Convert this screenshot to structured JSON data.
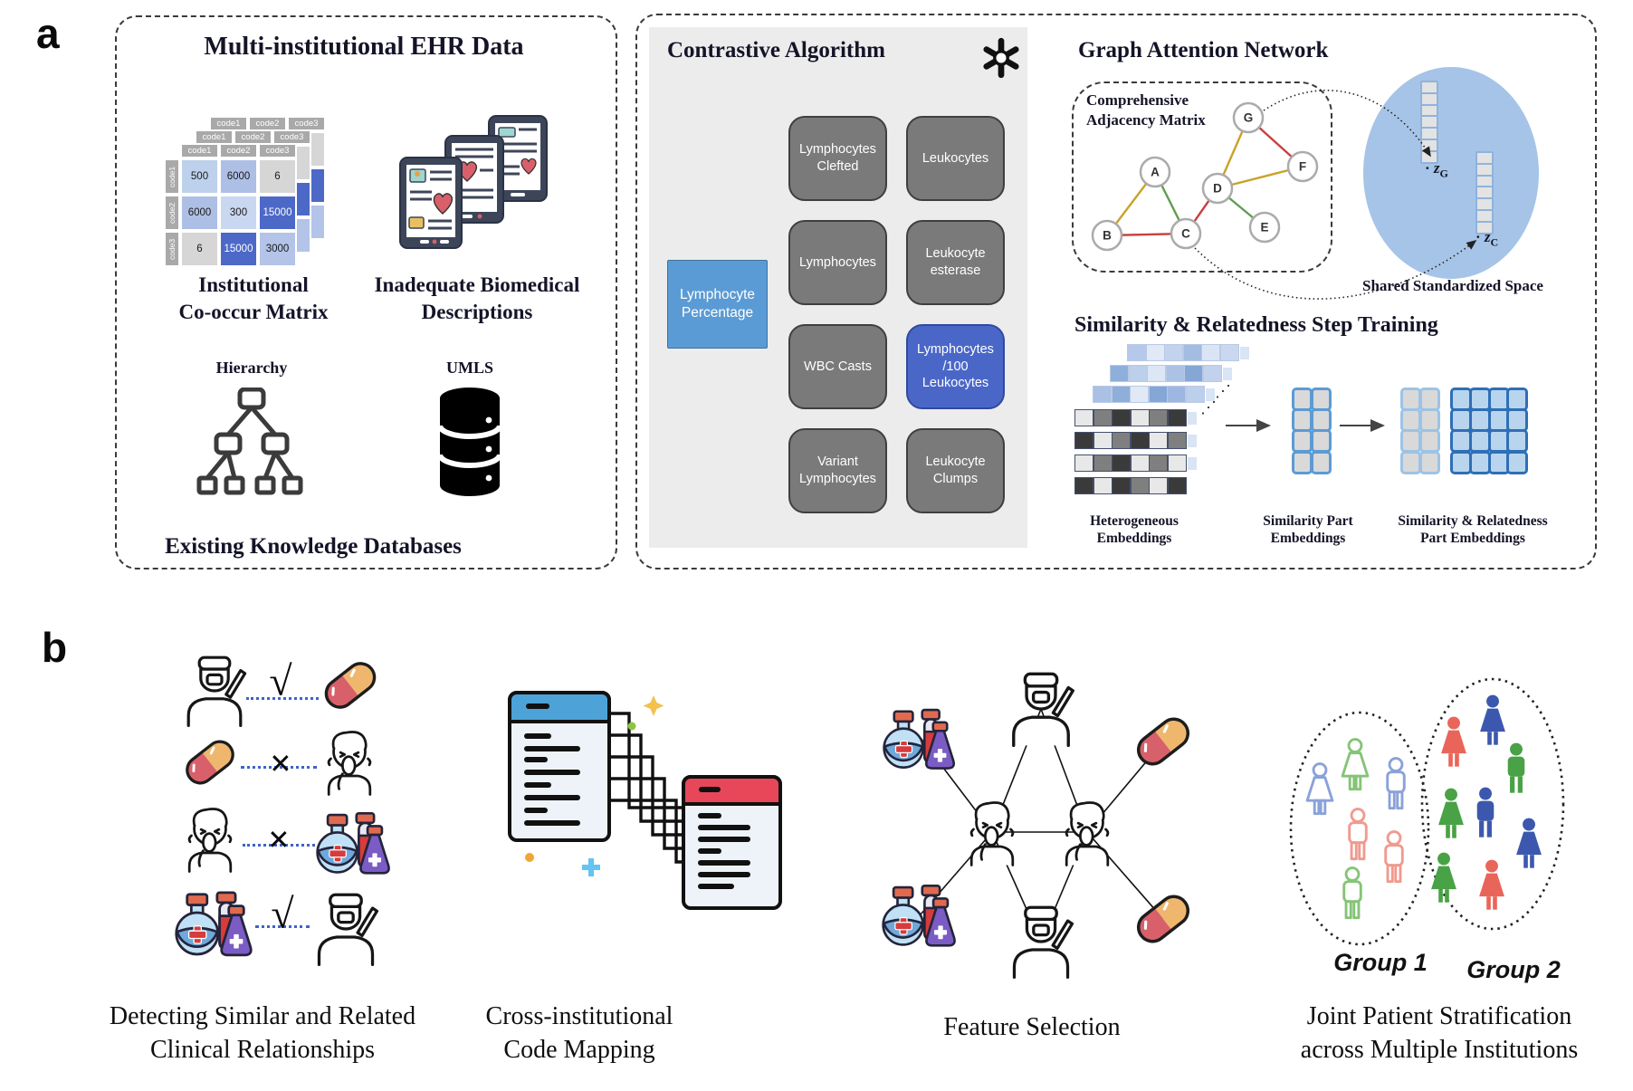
{
  "panel_labels": {
    "a": "a",
    "b": "b"
  },
  "ehr": {
    "title": "Multi-institutional EHR Data",
    "matrix": {
      "col_headers": [
        "code1",
        "code2",
        "code3"
      ],
      "row_headers": [
        "code1",
        "code2",
        "code3"
      ],
      "values": [
        [
          "500",
          "6000",
          "6"
        ],
        [
          "6000",
          "300",
          "15000"
        ],
        [
          "6",
          "15000",
          "3000"
        ]
      ],
      "cell_colors": [
        [
          "#bdd0ec",
          "#aebfe6",
          "#d6d6d6"
        ],
        [
          "#aebfe6",
          "#c9d7f0",
          "#4c69c8"
        ],
        [
          "#d6d6d6",
          "#4c69c8",
          "#b3c4e8"
        ]
      ],
      "header_color": "#a9a9a9",
      "dark_cell_color": "#4c69c8"
    },
    "matrix_caption": [
      "Institutional",
      "Co-occur Matrix"
    ],
    "tablets_caption": [
      "Inadequate Biomedical",
      "Descriptions"
    ],
    "hierarchy_label": "Hierarchy",
    "umls_label": "UMLS",
    "bottom_caption": "Existing Knowledge Databases"
  },
  "contrastive": {
    "title": "Contrastive Algorithm",
    "anchor": {
      "lines": [
        "Lymphocyte",
        "Percentage"
      ],
      "fill": "#5b9bd5",
      "border": "#41719c"
    },
    "box_fill": "#7a7a7a",
    "box_border": "#3f3f3f",
    "highlight_fill": "#4a67c8",
    "highlight_border": "#2f4a9e",
    "boxes": [
      {
        "label": "Lymphocytes Clefted",
        "highlight": false
      },
      {
        "label": "Leukocytes",
        "highlight": false
      },
      {
        "label": "Lymphocytes",
        "highlight": false
      },
      {
        "label": "Leukocyte esterase",
        "highlight": false
      },
      {
        "label": "WBC Casts",
        "highlight": false
      },
      {
        "label": "Lymphocytes /100 Leukocytes",
        "highlight": true
      },
      {
        "label": "Variant Lymphocytes",
        "highlight": false
      },
      {
        "label": "Leukocyte Clumps",
        "highlight": false
      }
    ]
  },
  "gan": {
    "title": "Graph Attention Network",
    "adjacency_label": [
      "Comprehensive",
      "Adjacency Matrix"
    ],
    "nodes": [
      "A",
      "B",
      "C",
      "D",
      "E",
      "F",
      "G"
    ],
    "edges": [
      {
        "from": "A",
        "to": "B",
        "color": "#c9a227"
      },
      {
        "from": "A",
        "to": "C",
        "color": "#5f9e52"
      },
      {
        "from": "B",
        "to": "C",
        "color": "#c94040"
      },
      {
        "from": "C",
        "to": "D",
        "color": "#c94040"
      },
      {
        "from": "D",
        "to": "G",
        "color": "#c9a227"
      },
      {
        "from": "D",
        "to": "F",
        "color": "#c9a227"
      },
      {
        "from": "D",
        "to": "E",
        "color": "#5f9e52"
      },
      {
        "from": "G",
        "to": "F",
        "color": "#c94040"
      }
    ],
    "z1": {
      "bullet": "·",
      "symbol": "z",
      "sub": "G"
    },
    "z2": {
      "bullet": "·",
      "symbol": "z",
      "sub": "C"
    },
    "shared_label": "Shared  Standardized Space"
  },
  "srst": {
    "title": "Similarity & Relatedness Step Training",
    "het_rows": [
      [
        "#b6c9ea",
        "#e1e9f6",
        "#c4d3ed",
        "#a3bce2",
        "#dbe4f4",
        "#cad8ef"
      ],
      [
        "#8fafdb",
        "#bccfeb",
        "#dde6f4",
        "#abc2e5",
        "#84a7d6",
        "#c2d2ec"
      ],
      [
        "#aac0e4",
        "#8fafdb",
        "#e1e9f6",
        "#84a7d6",
        "#9db7e0",
        "#bccfeb"
      ],
      [
        "#e8e8e8",
        "#7f7f7f",
        "#3a3a3a",
        "#e8e8e8",
        "#7f7f7f",
        "#3a3a3a"
      ],
      [
        "#3a3a3a",
        "#e8e8e8",
        "#7f7f7f",
        "#3a3a3a",
        "#e8e8e8",
        "#7f7f7f"
      ],
      [
        "#e8e8e8",
        "#7f7f7f",
        "#3a3a3a",
        "#e8e8e8",
        "#7f7f7f",
        "#e8e8e8"
      ],
      [
        "#3a3a3a",
        "#e8e8e8",
        "#3a3a3a",
        "#7f7f7f",
        "#e8e8e8",
        "#3a3a3a"
      ]
    ],
    "fragment_color": "#d9e4f4",
    "dots": "⋰",
    "grids": {
      "similarity": {
        "fill": "#d9d9d9",
        "border": "#5b9bd5"
      },
      "sim_part2": {
        "fill": "#d9d9d9",
        "border": "#9cc3e5"
      },
      "related": {
        "fill": "#b9d5ed",
        "border": "#2e6fb7"
      }
    },
    "captions": [
      [
        "Heterogeneous",
        "Embeddings"
      ],
      [
        "Similarity Part",
        "Embeddings"
      ],
      [
        "Similarity & Relatedness",
        "Part Embeddings"
      ]
    ]
  },
  "panel_b": {
    "relationships": {
      "check": "√",
      "cross": "×",
      "rows": [
        {
          "left": "surgeon",
          "mark": "check",
          "right": "pill"
        },
        {
          "left": "pill",
          "mark": "cross",
          "right": "sneezing-person"
        },
        {
          "left": "sneezing-person",
          "mark": "cross",
          "right": "lab-bottles"
        },
        {
          "left": "lab-bottles",
          "mark": "check",
          "right": "surgeon"
        }
      ],
      "caption": [
        "Detecting Similar and Related",
        "Clinical Relationships"
      ]
    },
    "code_mapping": {
      "caption": [
        "Cross-institutional",
        "Code Mapping"
      ]
    },
    "feature_selection": {
      "caption": [
        "Feature Selection"
      ],
      "nodes": [
        "lab-bottles",
        "surgeon",
        "pill",
        "sneezing-person",
        "sneezing-person",
        "lab-bottles",
        "surgeon",
        "pill"
      ]
    },
    "stratification": {
      "caption": [
        "Joint Patient Stratification",
        "across Multiple Institutions"
      ],
      "group1_label": "Group 1",
      "group2_label": "Group 2",
      "group1": [
        {
          "type": "woman",
          "color": "#8aa2d8"
        },
        {
          "type": "woman",
          "color": "#85c477"
        },
        {
          "type": "man",
          "color": "#8aa2d8"
        },
        {
          "type": "man",
          "color": "#f09a90"
        },
        {
          "type": "man",
          "color": "#f09a90"
        },
        {
          "type": "man",
          "color": "#85c477"
        }
      ],
      "group2": [
        {
          "type": "woman",
          "color": "#e9655a"
        },
        {
          "type": "woman",
          "color": "#3c58ae"
        },
        {
          "type": "man",
          "color": "#49a245"
        },
        {
          "type": "woman",
          "color": "#49a245"
        },
        {
          "type": "man",
          "color": "#3c58ae"
        },
        {
          "type": "woman",
          "color": "#3c58ae"
        },
        {
          "type": "woman",
          "color": "#49a245"
        },
        {
          "type": "woman",
          "color": "#e9655a"
        }
      ]
    }
  }
}
